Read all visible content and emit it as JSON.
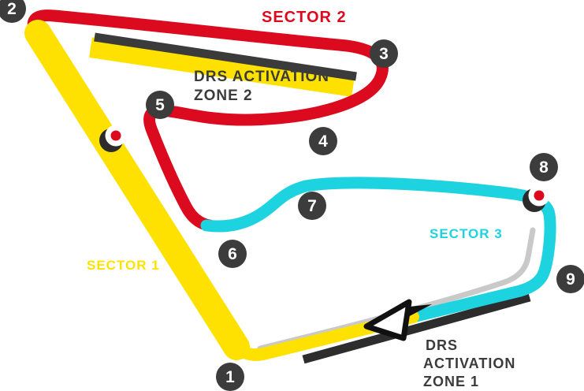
{
  "map": {
    "title": "circuit-track-map",
    "colors": {
      "sector1_yellow": "#FFE100",
      "sector2_red": "#DC0A1E",
      "sector3_cyan": "#1ED3E0",
      "drs_strip_dark": "#3B3B3B",
      "drs_strip_dark2": "#2D2D2D",
      "pitlane_gray": "#C9C9C9",
      "badge_bg": "#3C3C3C",
      "badge_text": "#FFFFFF",
      "marker_dot_red": "#DC0A1E",
      "marker_ring_white": "#FFFFFF",
      "background": "#FFFFFF"
    },
    "sector_labels": [
      {
        "text": "SECTOR 1",
        "color": "#FFE100"
      },
      {
        "text": "SECTOR 2",
        "color": "#DC0A1E"
      },
      {
        "text": "SECTOR 3",
        "color": "#1ED3E0"
      }
    ],
    "drs_zone_top": {
      "line1": "DRS ACTIVATION",
      "line2": "ZONE 2"
    },
    "drs_zone_bottom": {
      "line1": "DRS",
      "line2": "ACTIVATION",
      "line3": "ZONE 1"
    },
    "turns": [
      {
        "label": "1"
      },
      {
        "label": "2"
      },
      {
        "label": "3"
      },
      {
        "label": "4"
      },
      {
        "label": "5"
      },
      {
        "label": "6"
      },
      {
        "label": "7"
      },
      {
        "label": "8"
      },
      {
        "label": "9"
      }
    ],
    "drs_detection_markers": [
      {
        "name": "detection-point-sector1"
      },
      {
        "name": "detection-point-sector3"
      }
    ],
    "direction_arrow": {
      "name": "race-direction-arrow"
    }
  }
}
